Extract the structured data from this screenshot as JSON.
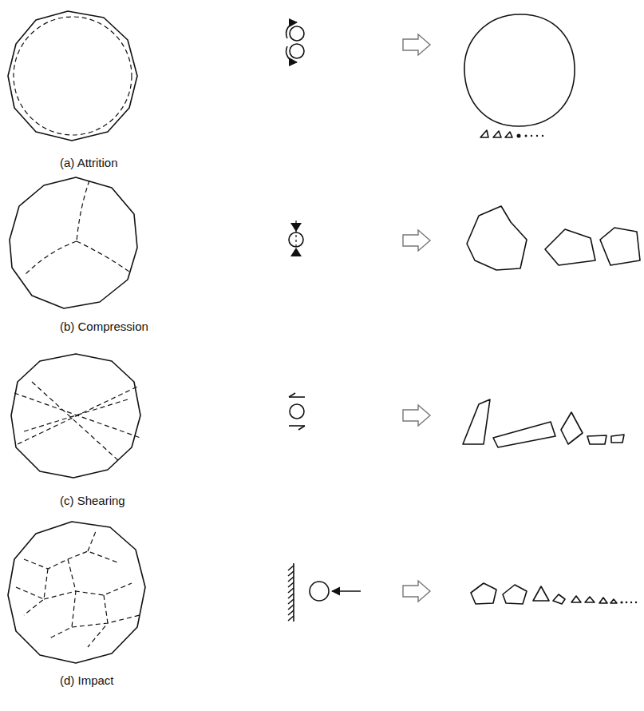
{
  "diagram": {
    "labels": [
      "(a) Attrition",
      "(b) Compression",
      "(c) Shearing",
      "(d) Impact"
    ]
  }
}
